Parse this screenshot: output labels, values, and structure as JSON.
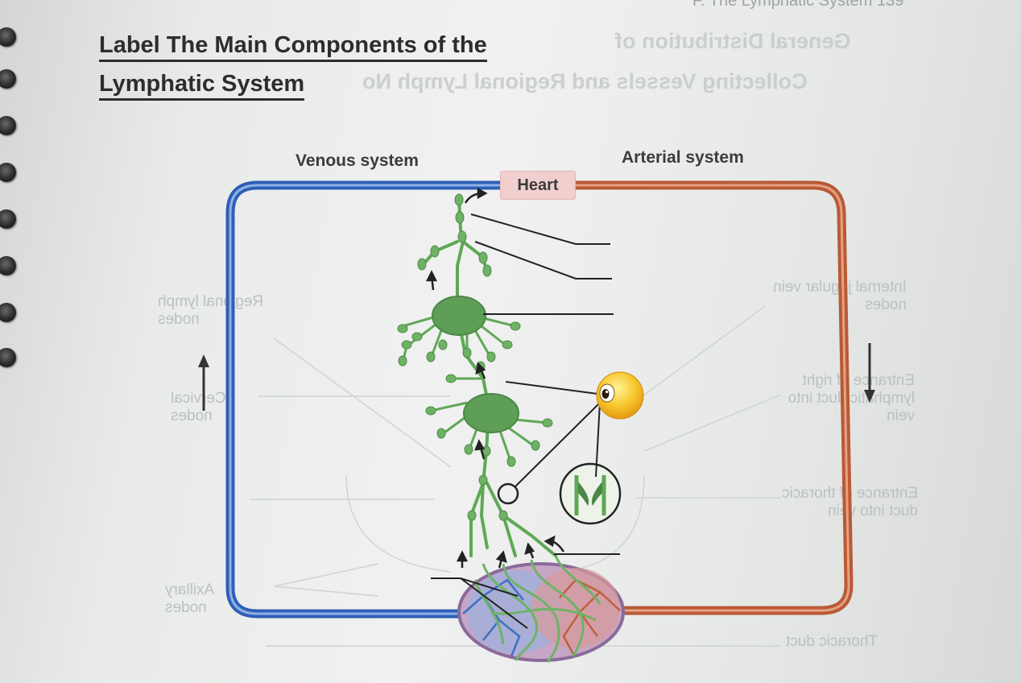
{
  "header": {
    "running_head": "F. The Lymphatic System   139"
  },
  "title": {
    "line1": "Label The Main Components of the",
    "line2": "Lymphatic System"
  },
  "bleed_through": {
    "heading_line1": "General Distribution of",
    "heading_line2": "Collecting Vessels and Regional Lymph No",
    "left_label_regional": "Regional lymph nodes",
    "left_label_cervical": "Cervical nodes",
    "left_label_axillary": "Axillary nodes",
    "right_label_internal": "Internal jugular vein nodes",
    "right_label_right": "Entrance of right lymphatic duct into vein",
    "right_label_thoracic": "Entrance of thoracic duct into vein",
    "right_label_duct": "Thoracic duct"
  },
  "diagram": {
    "venous_label": "Venous system",
    "arterial_label": "Arterial system",
    "heart_label": "Heart",
    "colors": {
      "venous": "#3f6fc4",
      "arterial": "#c0603e",
      "lymph": "#6fb266",
      "node": "#5e9e57"
    }
  },
  "overlay": {
    "icon": "winking-face-emoji"
  }
}
